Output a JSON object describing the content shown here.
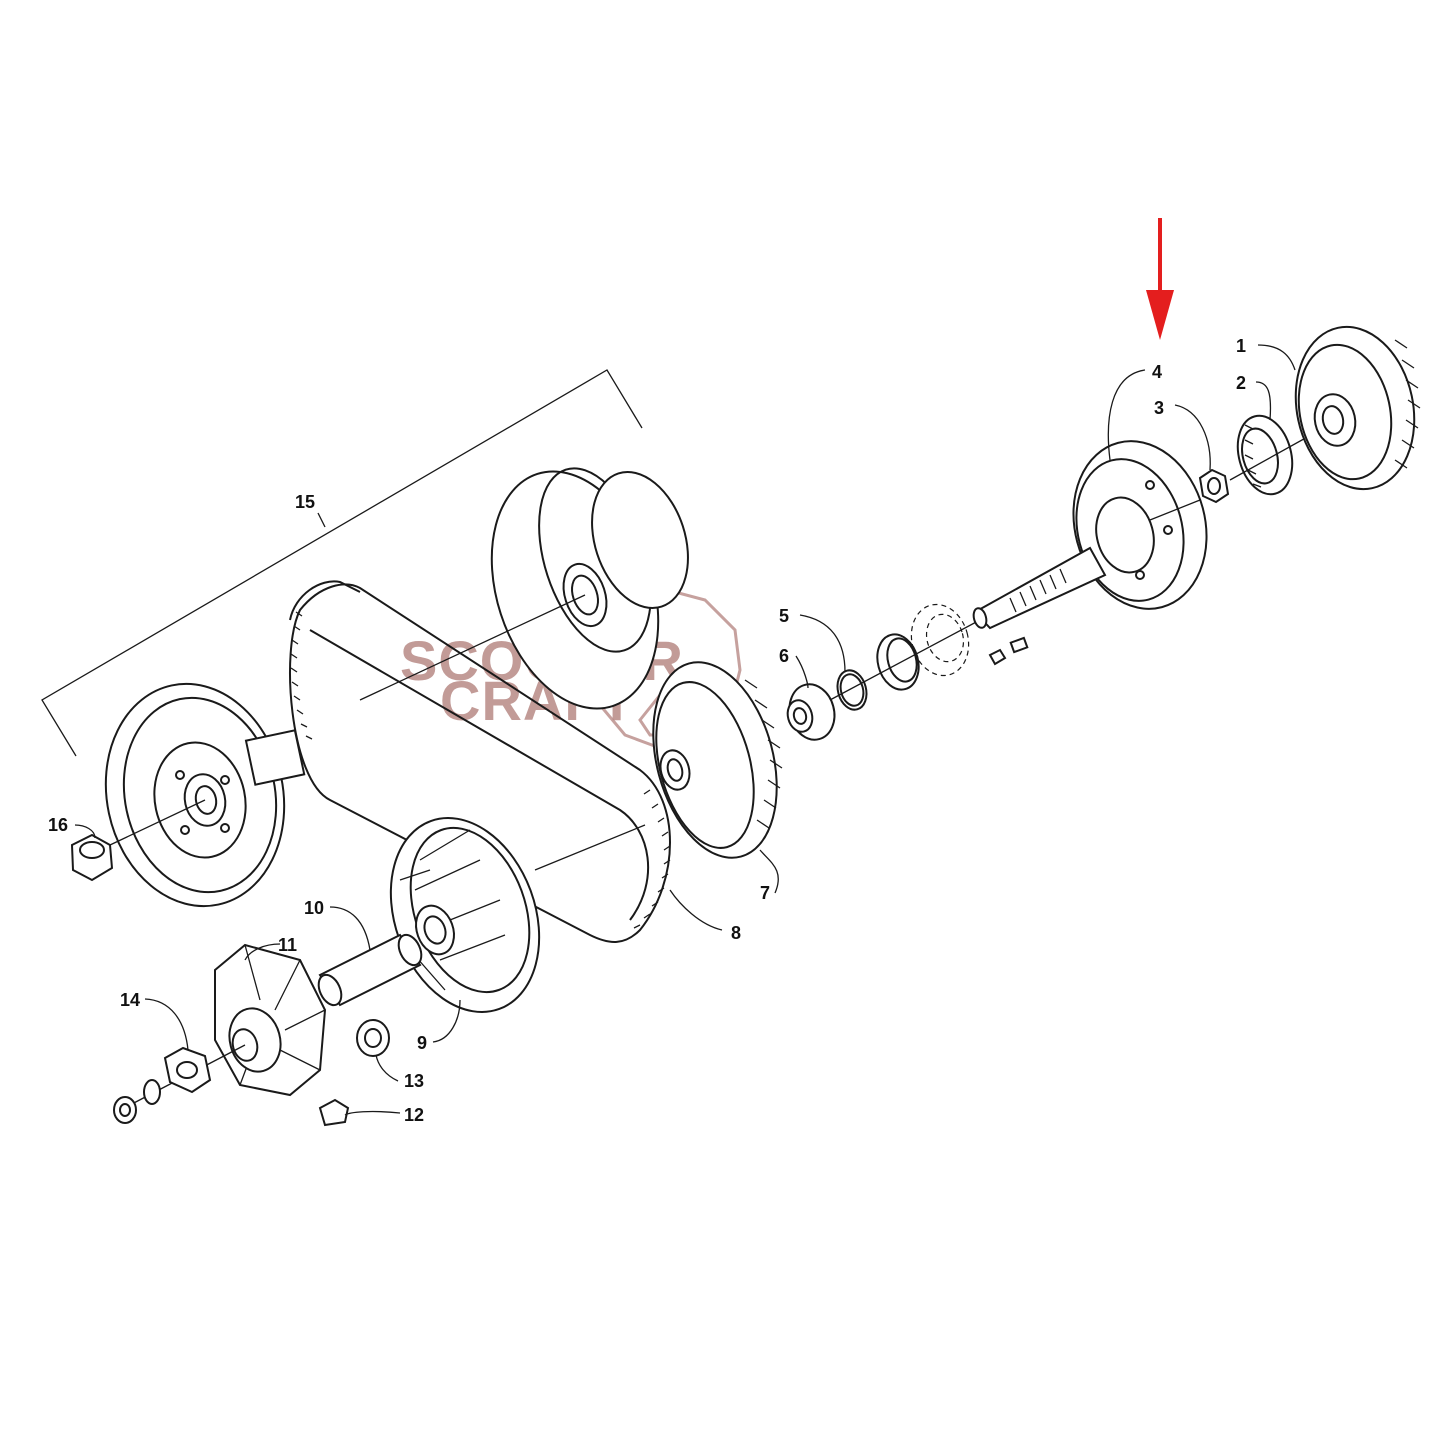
{
  "diagram": {
    "callouts": [
      {
        "id": "1",
        "text": "1"
      },
      {
        "id": "2",
        "text": "2"
      },
      {
        "id": "3",
        "text": "3"
      },
      {
        "id": "4",
        "text": "4"
      },
      {
        "id": "5",
        "text": "5"
      },
      {
        "id": "6",
        "text": "6"
      },
      {
        "id": "7",
        "text": "7"
      },
      {
        "id": "8",
        "text": "8"
      },
      {
        "id": "9",
        "text": "9"
      },
      {
        "id": "10",
        "text": "10"
      },
      {
        "id": "11",
        "text": "11"
      },
      {
        "id": "12",
        "text": "12"
      },
      {
        "id": "13",
        "text": "13"
      },
      {
        "id": "14",
        "text": "14"
      },
      {
        "id": "15",
        "text": "15"
      },
      {
        "id": "16",
        "text": "16"
      }
    ],
    "highlighted_part": "4",
    "arrow_color": "#e41e1e",
    "line_color": "#1a1a1a",
    "watermark": {
      "line1": "SCOOTER",
      "line2": "CRAFT",
      "color": "#b88a86"
    }
  }
}
